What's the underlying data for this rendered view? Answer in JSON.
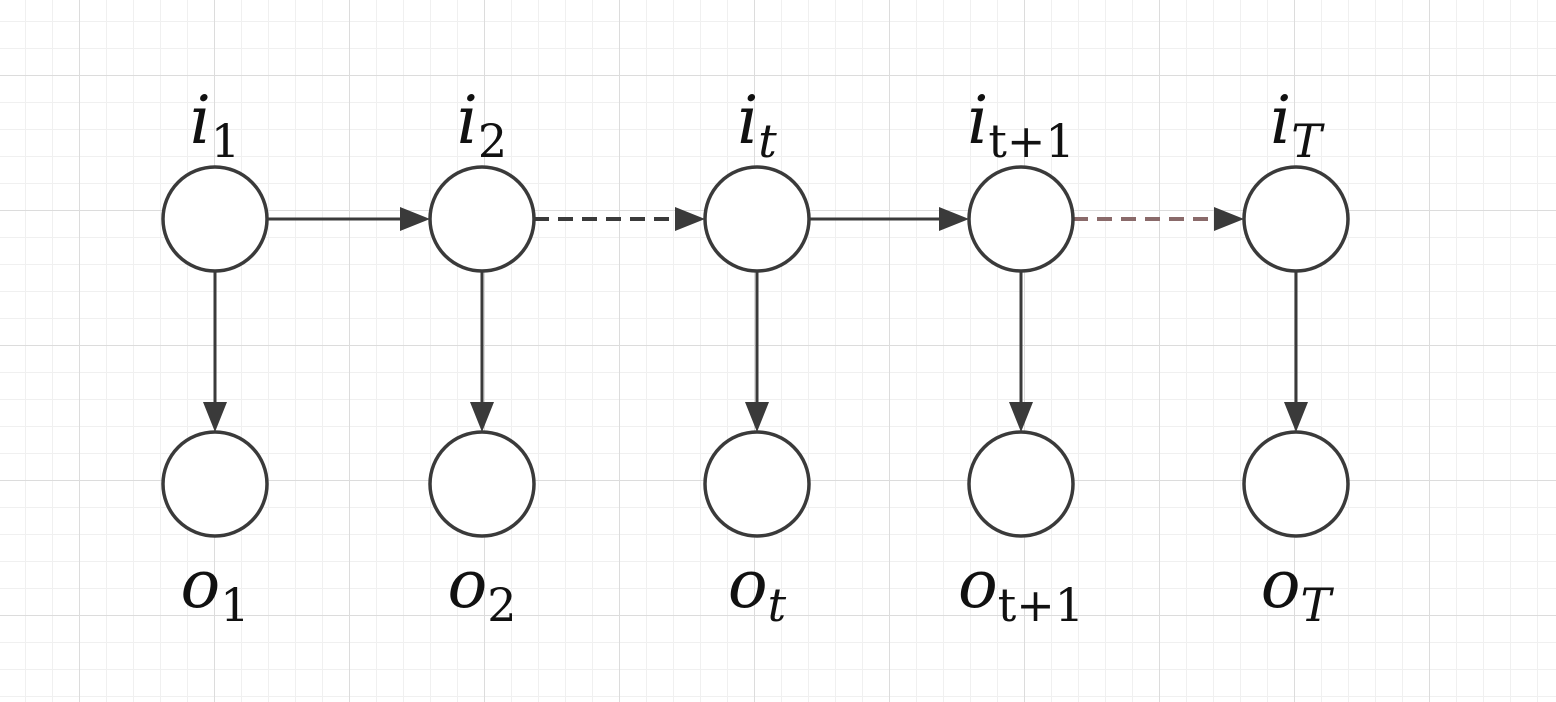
{
  "colors": {
    "stroke": "#3a3a3a",
    "node_fill": "#ffffff",
    "text": "#111111",
    "dashed_highlight": "#8a6a6a"
  },
  "hidden_states": [
    {
      "id": "i1",
      "base": "i",
      "sub": "1"
    },
    {
      "id": "i2",
      "base": "i",
      "sub": "2"
    },
    {
      "id": "it",
      "base": "i",
      "sub": "t"
    },
    {
      "id": "it1",
      "base": "i",
      "sub": "t+1"
    },
    {
      "id": "iT",
      "base": "i",
      "sub": "T"
    }
  ],
  "observations": [
    {
      "id": "o1",
      "base": "o",
      "sub": "1"
    },
    {
      "id": "o2",
      "base": "o",
      "sub": "2"
    },
    {
      "id": "ot",
      "base": "o",
      "sub": "t"
    },
    {
      "id": "ot1",
      "base": "o",
      "sub": "t+1"
    },
    {
      "id": "oT",
      "base": "o",
      "sub": "T"
    }
  ],
  "transitions": [
    {
      "from": "i1",
      "to": "i2",
      "style": "solid"
    },
    {
      "from": "i2",
      "to": "it",
      "style": "dashed"
    },
    {
      "from": "it",
      "to": "it1",
      "style": "solid"
    },
    {
      "from": "it1",
      "to": "iT",
      "style": "dashed"
    }
  ],
  "emissions": [
    {
      "from": "i1",
      "to": "o1"
    },
    {
      "from": "i2",
      "to": "o2"
    },
    {
      "from": "it",
      "to": "ot"
    },
    {
      "from": "it1",
      "to": "ot1"
    },
    {
      "from": "iT",
      "to": "oT"
    }
  ]
}
